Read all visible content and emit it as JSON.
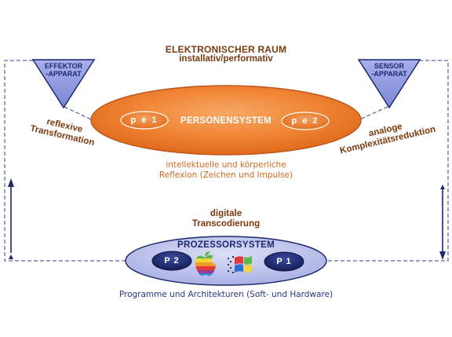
{
  "header": {
    "title": "ELEKTRONISCHER RAUM",
    "subtitle": "installativ/performativ"
  },
  "effector": {
    "line1": "EFFEKTOR",
    "line2": "-APPARAT"
  },
  "sensor": {
    "line1": "SENSOR",
    "line2": "-APPARAT"
  },
  "left_label": {
    "line1": "reflexive",
    "line2": "Transformation"
  },
  "right_label": {
    "line1": "analoge",
    "line2": "Komplexitätsreduktion"
  },
  "person": {
    "title": "PERSONENSYSTEM",
    "pe1": "p e 1",
    "pe2": "p e 2"
  },
  "reflection": {
    "line1": "intellektuelle und körperliche",
    "line2": "Reflexion (Zeichen und Impulse)"
  },
  "transcoding": {
    "line1": "digitale",
    "line2": "Transcodierung"
  },
  "processor": {
    "title": "PROZESSORSYSTEM",
    "p2": "P 2",
    "p1": "P 1",
    "caption": "Programme und Architekturen (Soft- und Hardware)"
  },
  "icons": [
    "apple-logo-icon",
    "windows-logo-icon"
  ],
  "colors": {
    "orange": "#f28a3c",
    "orange_dark": "#c0561a",
    "brown_text": "#7a3a10",
    "navy": "#1d2970",
    "lavender": "#b8bfeb",
    "dash_line": "#3b3f8c"
  }
}
